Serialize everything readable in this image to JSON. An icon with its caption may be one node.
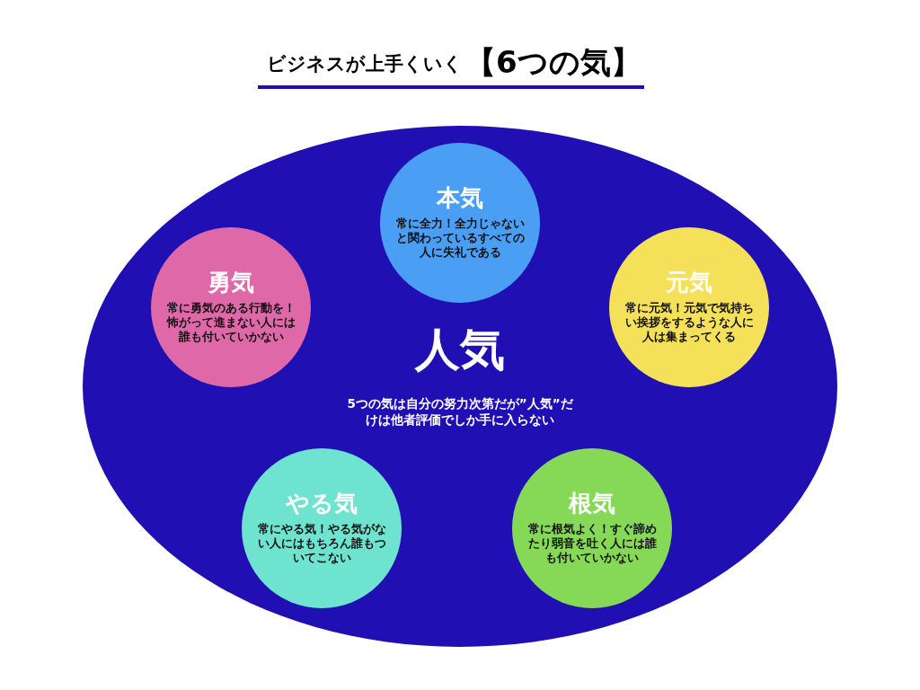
{
  "diagram": {
    "title": "ビジネスが上手くいく",
    "nodes": [
      {
        "text": [
          "人気",
          "5つの気は自分の努力次第だが”人気”だけは他者評価でしか手に入らない"
        ]
      },
      {
        "text": [
          "本気",
          "常に全力！全力じゃないと関わっているすべての人に失礼である"
        ],
        "in": 0
      },
      {
        "text": [
          "勇気",
          "常に勇気のある行動を！怖がって進まない人には誰も付いていかない"
        ],
        "in": 0
      },
      {
        "text": [
          "元気",
          "常に元気！元気で気持ちい挨拶をするような人に人は集まってくる"
        ],
        "in": 0
      },
      {
        "text": [
          "やる気",
          "常にやる気！やる気がない人にはもちろん誰もついてこない"
        ],
        "in": 0
      },
      {
        "text": [
          "根気",
          "常に根気よく！すぐ諦めたり弱音を吐く人には誰も付いていかない"
        ],
        "in": 0
      }
    ],
    "labels": [
      "【6つの気】"
    ]
  }
}
